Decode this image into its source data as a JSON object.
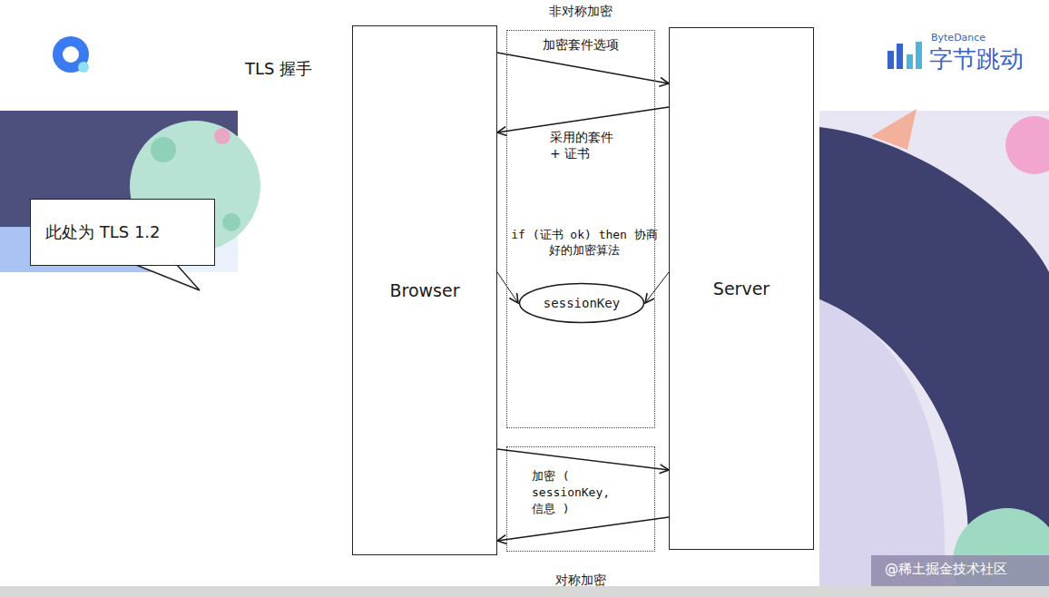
{
  "diagram": {
    "title": "TLS 握手",
    "nodes": [
      {
        "text": [
          "此处为 TLS 1.2"
        ]
      },
      {
        "text": [
          "Browser"
        ]
      },
      {
        "text": [
          "非对称加密"
        ]
      },
      {
        "text": [
          "sessionKey"
        ],
        "in": 2
      },
      {
        "text": [
          "对称加密"
        ]
      },
      {
        "text": [
          "Server"
        ]
      }
    ],
    "edges": [
      {
        "from": 1,
        "to": 5,
        "arrow": "to",
        "label": "加密套件选项"
      },
      {
        "from": 5,
        "to": 1,
        "arrow": "to",
        "label": "采用的套件 + 证书"
      },
      {
        "from": 1,
        "to": 3,
        "arrow": "to"
      },
      {
        "from": 5,
        "to": 3,
        "arrow": "to"
      },
      {
        "from": 1,
        "to": 5,
        "arrow": "to",
        "label": "加密 ( sessionKey, 信息 )"
      },
      {
        "from": 5,
        "to": 1,
        "arrow": "to"
      }
    ],
    "labels": [
      "if (证书 ok) then 协商好的加密算法",
      "ByteDance",
      "字节跳动",
      "@稀土掘金技术社区"
    ]
  }
}
